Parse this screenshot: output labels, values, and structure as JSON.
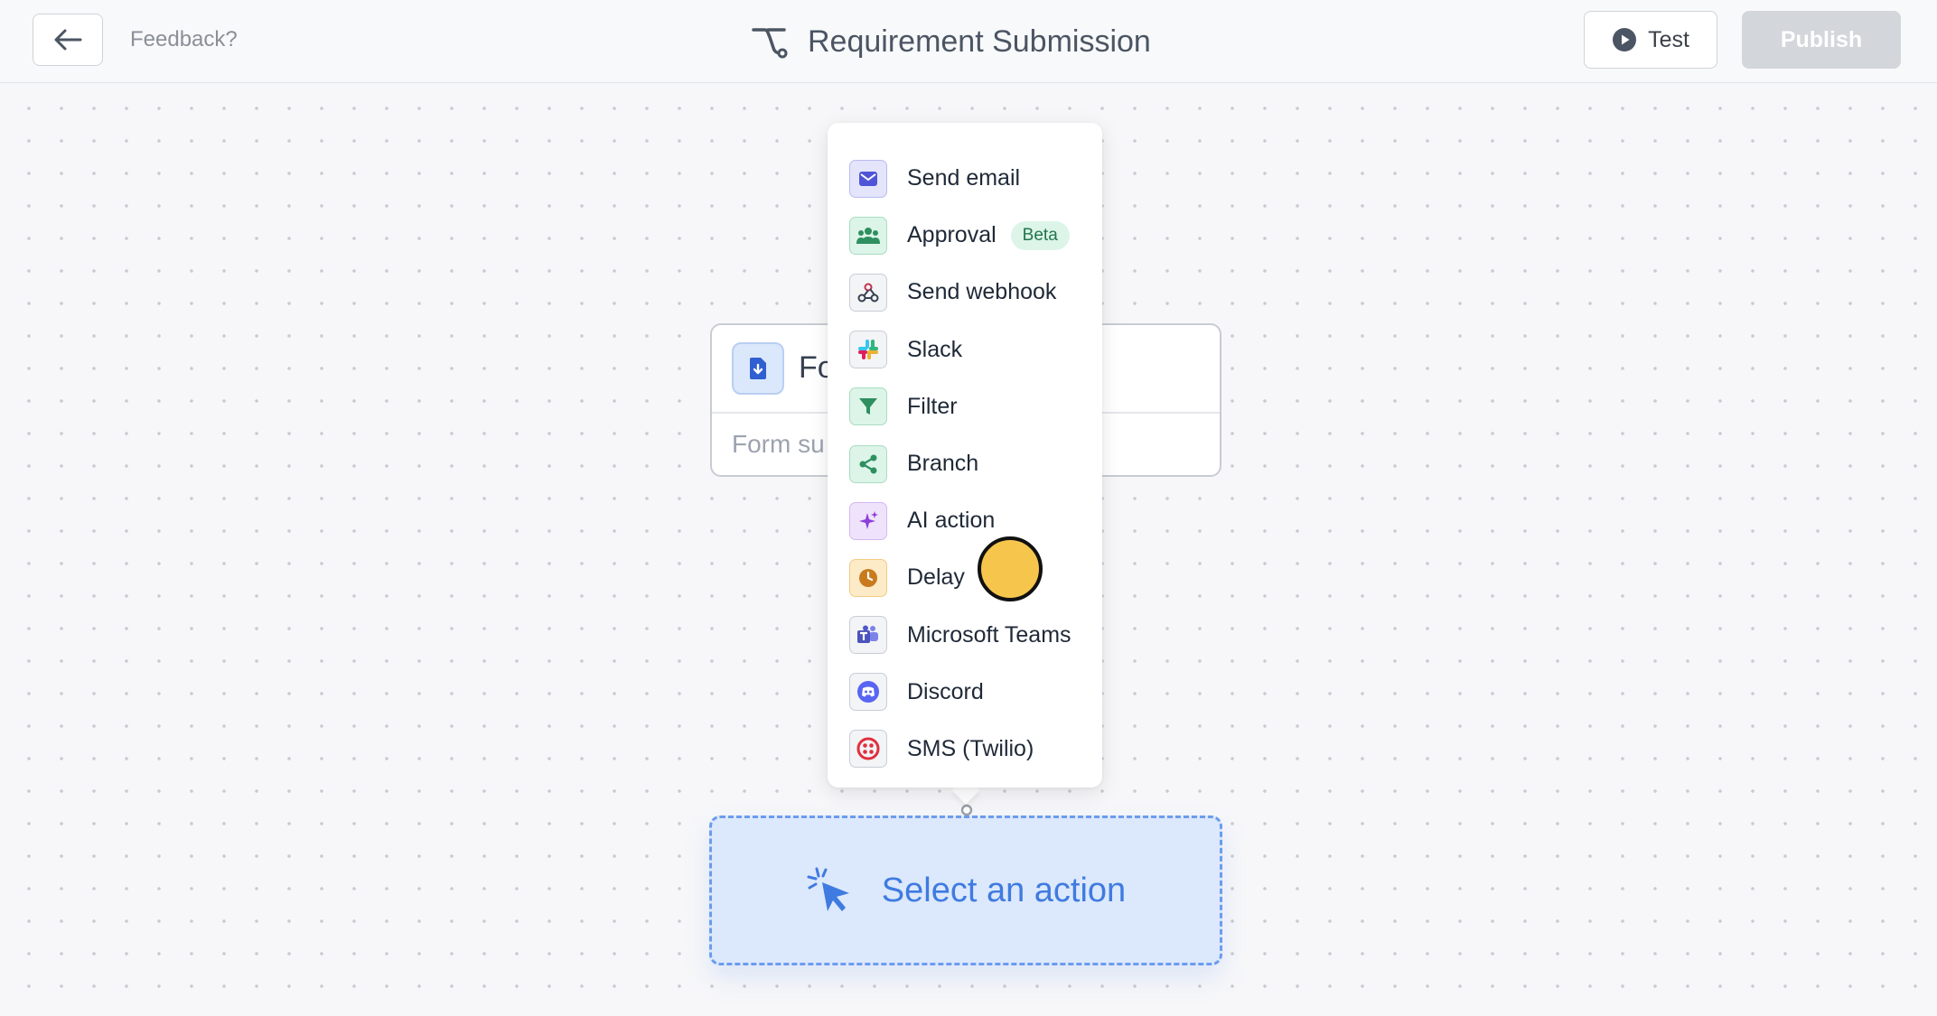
{
  "header": {
    "feedback_label": "Feedback?",
    "title": "Requirement Submission",
    "test_label": "Test",
    "publish_label": "Publish"
  },
  "trigger": {
    "title": "Fo",
    "subtitle": "Form su"
  },
  "menu": {
    "items": [
      {
        "label": "Send email",
        "icon": "mail-icon"
      },
      {
        "label": "Approval",
        "icon": "people-icon",
        "badge": "Beta"
      },
      {
        "label": "Send webhook",
        "icon": "webhook-icon"
      },
      {
        "label": "Slack",
        "icon": "slack-icon"
      },
      {
        "label": "Filter",
        "icon": "funnel-icon"
      },
      {
        "label": "Branch",
        "icon": "share-branch-icon"
      },
      {
        "label": "AI action",
        "icon": "sparkle-icon"
      },
      {
        "label": "Delay",
        "icon": "clock-icon"
      },
      {
        "label": "Microsoft Teams",
        "icon": "teams-icon"
      },
      {
        "label": "Discord",
        "icon": "discord-icon"
      },
      {
        "label": "SMS (Twilio)",
        "icon": "twilio-icon"
      }
    ]
  },
  "action": {
    "label": "Select an action"
  },
  "colors": {
    "accent": "#3f7be0",
    "action_bg": "#dce8fb",
    "badge_bg": "#dcf5e8",
    "cursor": "#f6c64c"
  }
}
